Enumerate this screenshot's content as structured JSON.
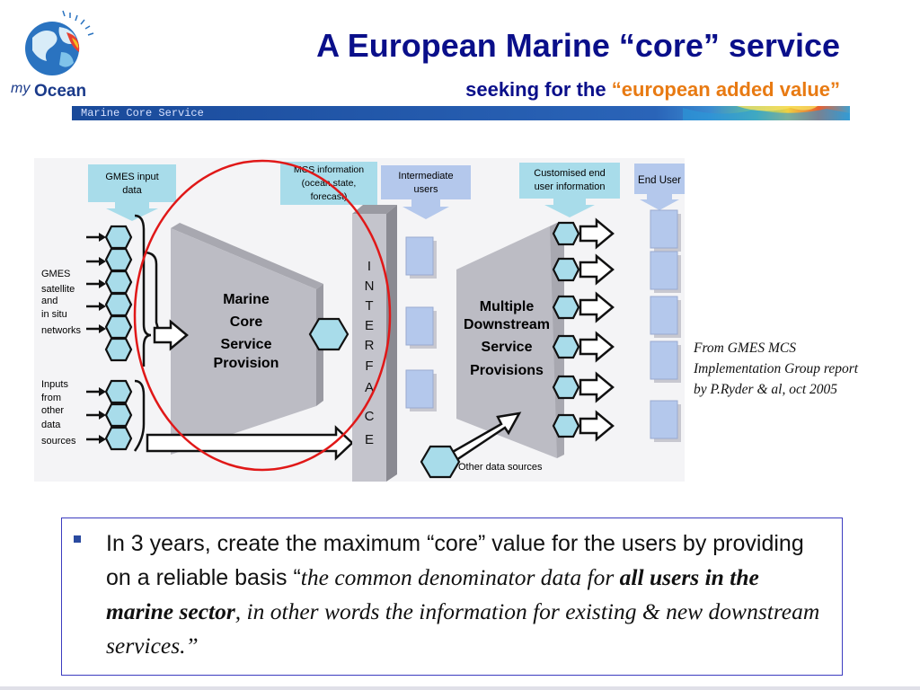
{
  "header": {
    "title": "A European Marine “core” service",
    "subtitle_prefix": "seeking for the ",
    "subtitle_highlight": "“european added value”",
    "logo_text_my": "my",
    "logo_text_ocean": "Ocean",
    "banner_text": "Marine Core Service"
  },
  "diagram": {
    "gmes_input_label": [
      "GMES input",
      "data"
    ],
    "mcs_info_label": [
      "MCS information",
      "(ocean state,",
      "forecast)"
    ],
    "intermediate_label": [
      "Intermediate",
      "users"
    ],
    "customised_label": [
      "Customised end",
      "user information"
    ],
    "end_user_label": "End User",
    "gmes_sources_label": [
      "GMES",
      "satellite",
      "and",
      "in situ",
      "networks"
    ],
    "other_inputs_label": [
      "Inputs",
      "from",
      "other",
      "data",
      "sources"
    ],
    "core_label": [
      "Marine",
      "Core",
      "Service",
      "Provision"
    ],
    "downstream_label": [
      "Multiple",
      "Downstream",
      "Service",
      "Provisions"
    ],
    "interface_letters": [
      "I",
      "N",
      "T",
      "E",
      "R",
      "F",
      "A",
      "C",
      "E"
    ],
    "other_sources_label": "Other data sources"
  },
  "source_note": [
    "From GMES MCS",
    "Implementation Group report",
    "by P.Ryder & al, oct 2005"
  ],
  "bullet": {
    "part1": "In 3 years, create the maximum “core” value for the users by providing on a reliable basis “",
    "italic1": "the common denominator data for ",
    "bold_italic": "all users in the marine sector",
    "italic2": ", in other words the information for existing & new downstream services.”"
  },
  "colors": {
    "title": "#0a0f8a",
    "highlight": "#e87a12",
    "label_box": "#a8dcea",
    "hexagon": "#a8dcea",
    "circle": "#e01818",
    "user_box": "#b4c8ec"
  }
}
